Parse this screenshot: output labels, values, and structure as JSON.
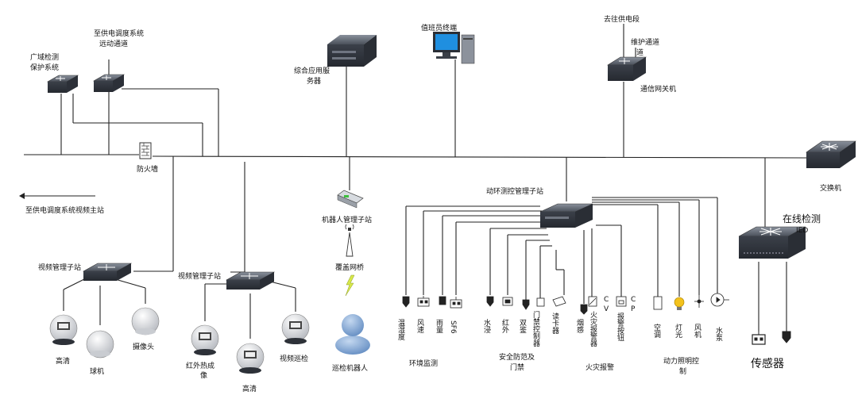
{
  "labels": {
    "to_dispatch_remote": [
      "至供电调度系统",
      "远动通道"
    ],
    "wide_area_protection": [
      "广域检测",
      "保护系统"
    ],
    "firewall": "防火墙",
    "app_server": [
      "综合应用服",
      "务器"
    ],
    "duty_terminal": "值班员终端",
    "to_power_section": "去往供电段",
    "maint_channel": [
      "维护通道",
      "道"
    ],
    "comm_gateway": "通信网关机",
    "switch_main": "交换机",
    "to_dispatch_video": "至供电调度系统视频主站",
    "video_sub1": "视频管理子站",
    "video_sub2": "视频管理子站",
    "robot_sub": "机器人管理子站",
    "wireless_bridge": "覆盖网桥",
    "patrol_robot": "巡检机器人",
    "env_sub": "动环测控管理子站",
    "online_monitor": [
      "在线检测",
      "IED"
    ],
    "hd1": "高清",
    "dome": "球机",
    "camera": "摄像头",
    "ir_thermal": [
      "红外热成",
      "像"
    ],
    "hd2": "高清",
    "video_patrol": "视频巡检",
    "temp_humidity": "温湿度",
    "wind_speed": "风速",
    "rainfall": "雨量",
    "sf6": "SF6",
    "water_immersion": "水浸",
    "infrared": "红外",
    "dual_tech": "双鉴",
    "door_controller": "门禁控制器",
    "card_reader": "读卡器",
    "smoke": "烟感",
    "fire_panel": "火灾报警器",
    "fire_button": "报警按钮",
    "aircon": "空调",
    "lighting": "灯光",
    "fan": "风机",
    "pump": "水泵",
    "env_monitoring": "环境监测",
    "security": [
      "安全防范及",
      "门禁"
    ],
    "fire_alarm": "火灾报警",
    "power_lighting": [
      "动力照明控",
      "制"
    ],
    "sensor": "传感器",
    "cv": [
      "C",
      "V"
    ],
    "cp": [
      "C",
      "P"
    ]
  },
  "colors": {
    "device_dark": "#3f4550",
    "device_light": "#6b7280",
    "line": "#222222",
    "monitor_blue": "#1f8fe0",
    "robot_blue": "#7ea7d6"
  },
  "icons": [
    "router-icon",
    "firewall-icon",
    "server-icon",
    "computer-icon",
    "switch-icon",
    "dome-camera-icon",
    "antenna-icon",
    "lightning-icon",
    "robot-icon",
    "sensor-icon",
    "bulb-icon"
  ]
}
